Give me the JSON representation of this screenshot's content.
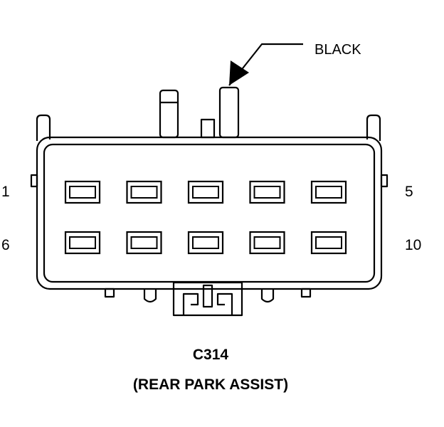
{
  "connector": {
    "callout_color": "BLACK",
    "id": "C314",
    "description": "(REAR PARK ASSIST)"
  },
  "pin_labels": {
    "top_left": "1",
    "top_right": "5",
    "bottom_left": "6",
    "bottom_right": "10"
  },
  "cavities": {
    "rows": 2,
    "per_row": 5
  }
}
